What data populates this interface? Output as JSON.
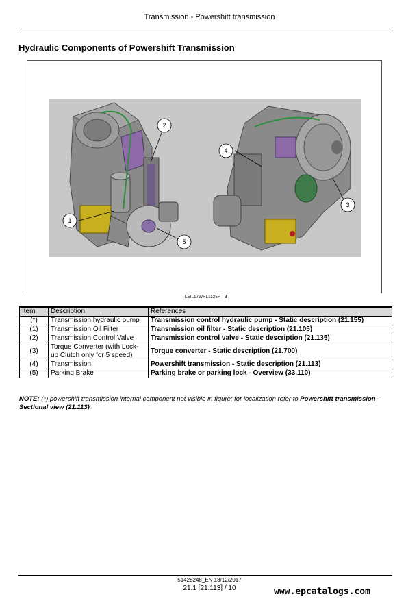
{
  "header": {
    "title": "Transmission - Powershift transmission"
  },
  "section": {
    "heading": "Hydraulic Components of Powershift Transmission"
  },
  "figure": {
    "code": "LEIL17WHL1135F",
    "number": "3",
    "callouts": [
      "1",
      "2",
      "3",
      "4",
      "5"
    ]
  },
  "table": {
    "headers": {
      "item": "Item",
      "description": "Description",
      "references": "References"
    },
    "rows": [
      {
        "item": "(*)",
        "description": "Transmission hydraulic pump",
        "reference": "Transmission control hydraulic pump - Static description (21.155)"
      },
      {
        "item": "(1)",
        "description": "Transmission Oil Filter",
        "reference": "Transmission oil filter - Static description (21.105)"
      },
      {
        "item": "(2)",
        "description": "Transmission Control Valve",
        "reference": "Transmission control valve - Static description (21.135)"
      },
      {
        "item": "(3)",
        "description": "Torque Converter (with Lock-up Clutch only for 5 speed)",
        "reference": "Torque converter - Static description (21.700)"
      },
      {
        "item": "(4)",
        "description": "Transmission",
        "reference": "Powershift transmission - Static description (21.113)"
      },
      {
        "item": "(5)",
        "description": "Parking Brake",
        "reference": "Parking brake or parking lock - Overview (33.110)"
      }
    ]
  },
  "note": {
    "label": "NOTE:",
    "text": " (*) powershift transmission internal component not visible in figure; for localization refer to ",
    "link": "Powershift transmission - Sectional view (21.113)",
    "end": "."
  },
  "footer": {
    "doc_code": "51428248_EN 18/12/2017",
    "page": "21.1 [21.113] / 10",
    "watermark": "www.epcatalogs.com"
  }
}
